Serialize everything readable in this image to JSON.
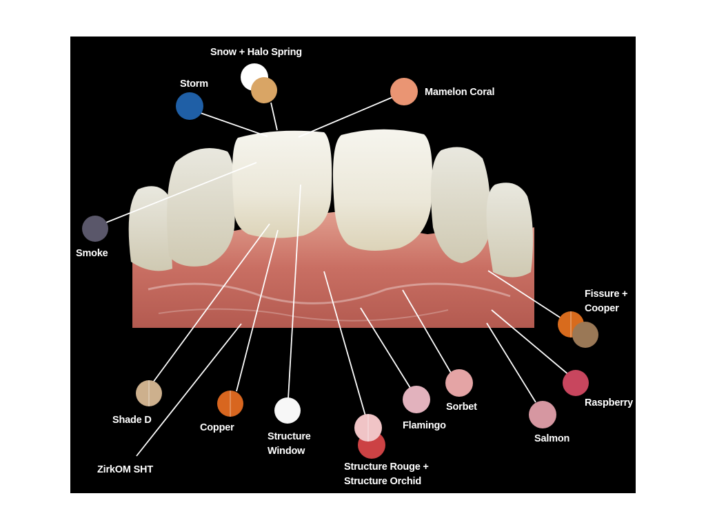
{
  "swatches": [
    {
      "id": "snow",
      "color": "#ffffff"
    },
    {
      "id": "halo-spring",
      "color": "#d9a565"
    },
    {
      "id": "storm",
      "color": "#1f5fa6"
    },
    {
      "id": "mamelon-coral",
      "color": "#ea9573"
    },
    {
      "id": "smoke",
      "color": "#5a576a"
    },
    {
      "id": "fissure",
      "color": "#d86b1d"
    },
    {
      "id": "cooper",
      "color": "#9a7856"
    },
    {
      "id": "raspberry",
      "color": "#c8465e"
    },
    {
      "id": "sorbet",
      "color": "#e4a4a5"
    },
    {
      "id": "salmon",
      "color": "#d697a1"
    },
    {
      "id": "flamingo",
      "color": "#e2b2bd"
    },
    {
      "id": "structure-orchid",
      "color": "#cc4244"
    },
    {
      "id": "structure-rouge",
      "color": "#f0c4c6"
    },
    {
      "id": "structure-window",
      "color": "#f7f7f7"
    },
    {
      "id": "copper",
      "color": "#d8661f"
    },
    {
      "id": "shade-d",
      "color": "#cdb08d"
    }
  ],
  "labels": {
    "snow_halo": "Snow + Halo Spring",
    "storm": "Storm",
    "mamelon": "Mamelon Coral",
    "smoke": "Smoke",
    "fissure_l1": "Fissure +",
    "fissure_l2": "Cooper",
    "raspberry": "Raspberry",
    "sorbet": "Sorbet",
    "salmon": "Salmon",
    "flamingo": "Flamingo",
    "structure_rouge_l1": "Structure Rouge +",
    "structure_rouge_l2": "Structure Orchid",
    "structure_window_l1": "Structure",
    "structure_window_l2": "Window",
    "copper": "Copper",
    "shade_d": "Shade D",
    "zirkom": "ZirkOM SHT"
  },
  "colors": {
    "background": "#000000",
    "enamel": "#ece9dc",
    "gingiva": "#c97468"
  }
}
